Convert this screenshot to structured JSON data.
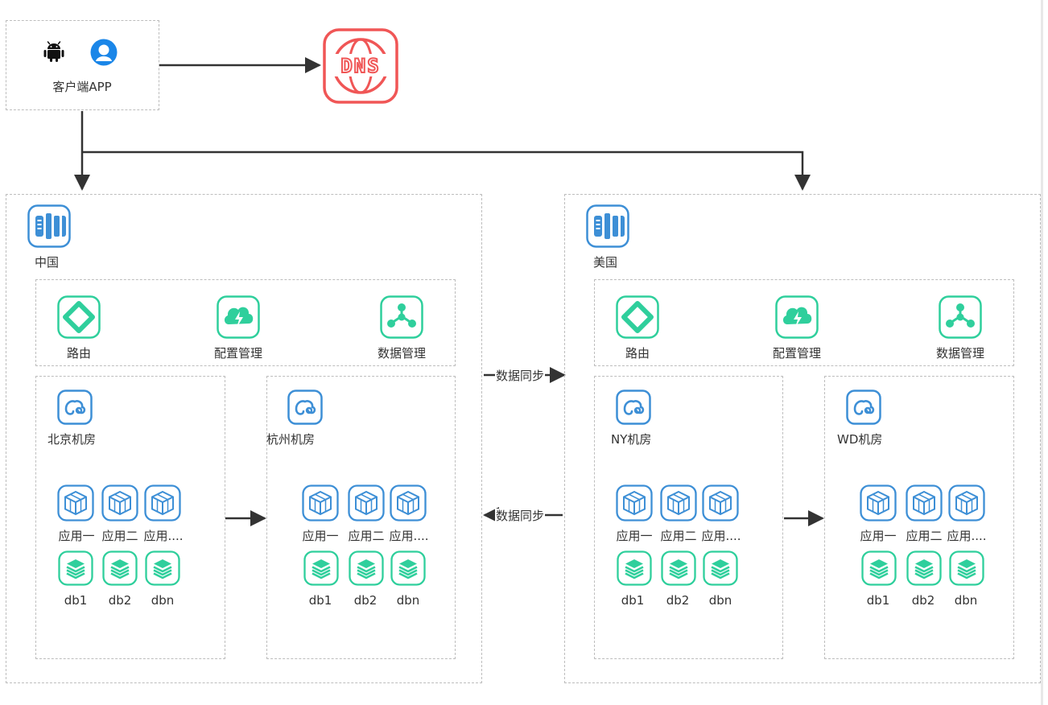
{
  "client": {
    "label": "客户端APP",
    "icons": [
      "android-icon",
      "user-icon"
    ]
  },
  "dns": {
    "label": "DNS"
  },
  "regions": [
    {
      "id": "china",
      "label": "中国",
      "services": [
        {
          "name": "路由",
          "icon": "route-icon"
        },
        {
          "name": "配置管理",
          "icon": "config-cloud-icon"
        },
        {
          "name": "数据管理",
          "icon": "data-manage-icon"
        }
      ],
      "rooms": [
        {
          "label": "北京机房",
          "apps": [
            "应用一",
            "应用二",
            "应用...."
          ],
          "dbs": [
            "db1",
            "db2",
            "dbn"
          ]
        },
        {
          "label": "杭州机房",
          "apps": [
            "应用一",
            "应用二",
            "应用...."
          ],
          "dbs": [
            "db1",
            "db2",
            "dbn"
          ]
        }
      ]
    },
    {
      "id": "usa",
      "label": "美国",
      "services": [
        {
          "name": "路由",
          "icon": "route-icon"
        },
        {
          "name": "配置管理",
          "icon": "config-cloud-icon"
        },
        {
          "name": "数据管理",
          "icon": "data-manage-icon"
        }
      ],
      "rooms": [
        {
          "label": "NY机房",
          "apps": [
            "应用一",
            "应用二",
            "应用...."
          ],
          "dbs": [
            "db1",
            "db2",
            "dbn"
          ]
        },
        {
          "label": "WD机房",
          "apps": [
            "应用一",
            "应用二",
            "应用...."
          ],
          "dbs": [
            "db1",
            "db2",
            "dbn"
          ]
        }
      ]
    }
  ],
  "sync": {
    "to_usa": "数据同步",
    "to_china": "数据同步"
  },
  "colors": {
    "blue": "#3d8fd6",
    "teal": "#2fcf9c",
    "dns_red": "#f05656",
    "edge": "#333333"
  }
}
